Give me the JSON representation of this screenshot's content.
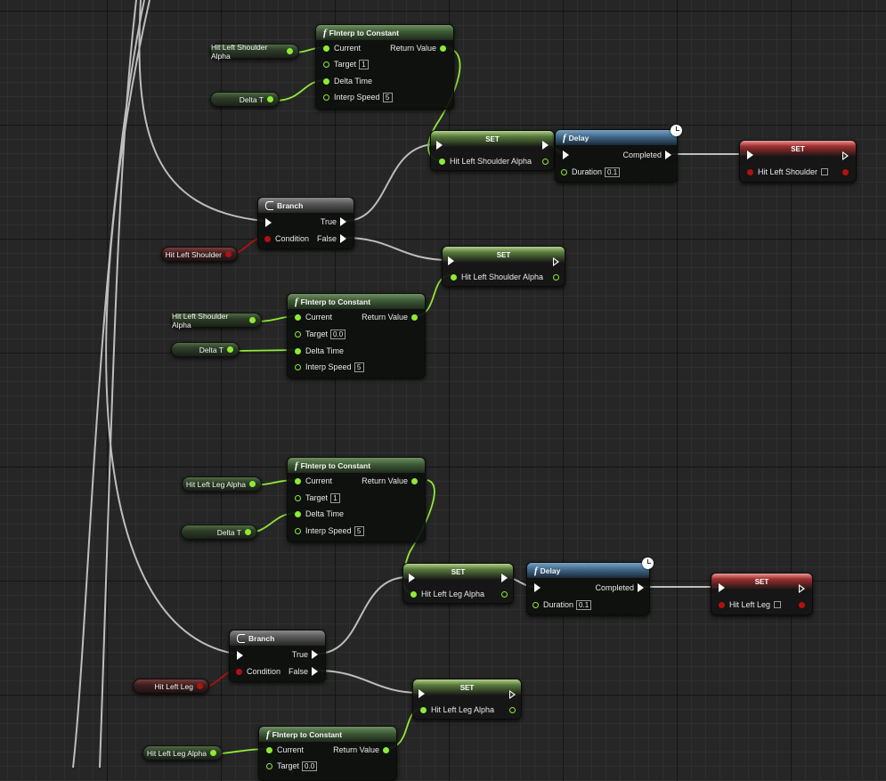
{
  "colors": {
    "float_pin": "#8fea35",
    "bool_pin": "#b01111",
    "exec_wire": "#d8d8d8",
    "function_header": "#3d5a35",
    "delay_header": "#3f6788",
    "branch_header": "#545454",
    "set_float_header": "#577a3c",
    "set_bool_header": "#9c2e2e"
  },
  "functions": {
    "finterp_title": "FInterp to Constant",
    "delay_title": "Delay",
    "branch_title": "Branch",
    "set_title": "SET"
  },
  "pins": {
    "current": "Current",
    "target": "Target",
    "delta_time": "Delta Time",
    "interp_speed": "Interp Speed",
    "return_value": "Return Value",
    "condition": "Condition",
    "true": "True",
    "false": "False",
    "completed": "Completed",
    "duration": "Duration"
  },
  "variables": {
    "hit_left_shoulder_alpha": "Hit Left Shoulder Alpha",
    "hit_left_shoulder": "Hit Left Shoulder",
    "hit_left_leg_alpha": "Hit Left Leg Alpha",
    "hit_left_leg": "Hit Left Leg",
    "delta_t": "Delta T"
  },
  "values": {
    "shoulder_finterp_target": "1",
    "shoulder_finterp_speed": "5",
    "shoulder_delay_duration": "0.1",
    "shoulder_false_finterp_target": "0.0",
    "shoulder_false_finterp_speed": "5",
    "leg_finterp_target": "1",
    "leg_finterp_speed": "5",
    "leg_delay_duration": "0.1",
    "leg_false_finterp_target": "0.0"
  }
}
